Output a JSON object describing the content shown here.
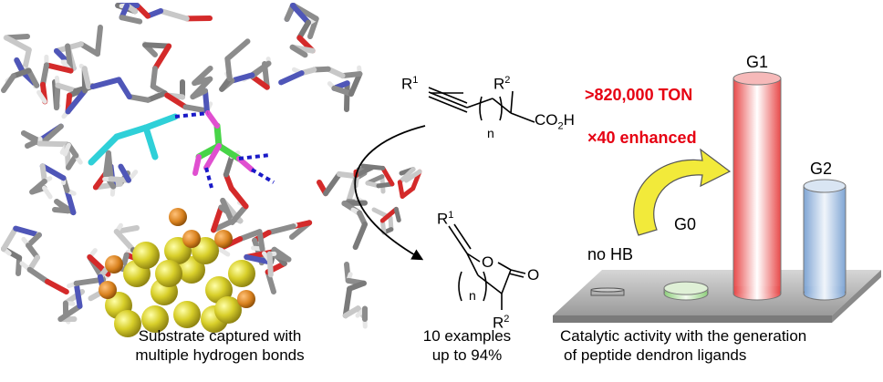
{
  "left_panel": {
    "caption_line1": "Substrate captured with",
    "caption_line2": "multiple hydrogen bonds"
  },
  "middle_panel": {
    "substrate": {
      "r1": "R",
      "r1_sup": "1",
      "r2": "R",
      "r2_sup": "2",
      "n": "n",
      "acid": "CO",
      "acid_sub": "2",
      "acid_tail": "H"
    },
    "product": {
      "r1": "R",
      "r1_sup": "1",
      "r2": "R",
      "r2_sup": "2",
      "ring_o": "O",
      "carbonyl_o": "O",
      "n": "n"
    },
    "caption_line1": "10 examples",
    "caption_line2": "up to 94%"
  },
  "right_panel": {
    "ton": ">820,000 TON",
    "enhanced": "×40 enhanced",
    "caption_line1": "Catalytic activity with the generation",
    "caption_line2": "of peptide dendron ligands",
    "colors": {
      "highlight": "#e60012",
      "arrow": "#f2ea3a"
    }
  },
  "chart_data": {
    "type": "bar",
    "categories": [
      "no HB",
      "G0",
      "G1",
      "G2"
    ],
    "values": [
      0.025,
      1,
      40,
      20
    ],
    "colors": [
      "#9a9a9a",
      "#9fd28f",
      "#ef5a5a",
      "#8fb1d8"
    ],
    "title": "",
    "xlabel": "",
    "ylabel": ""
  }
}
